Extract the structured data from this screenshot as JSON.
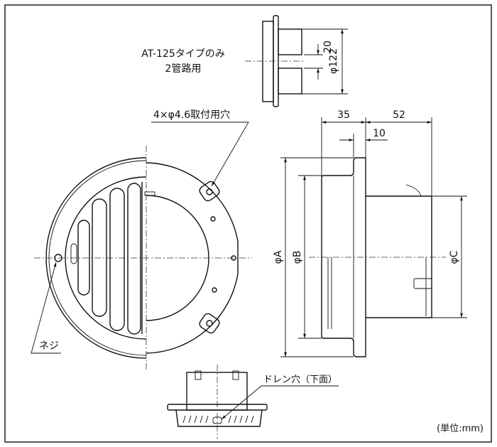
{
  "notes": {
    "at125_line1": "AT-125タイプのみ",
    "at125_line2": "2管路用",
    "mount_holes": "4×φ4.6取付用穴",
    "screw": "ネジ",
    "drain": "ドレン穴（下面）",
    "unit": "(単位:mm)"
  },
  "dimensions": {
    "gap": "20",
    "pipe_pair": "φ122",
    "depth_front": "35",
    "depth_pipe": "52",
    "flange": "10",
    "dia_a": "φA",
    "dia_b": "φB",
    "dia_c": "φC"
  }
}
